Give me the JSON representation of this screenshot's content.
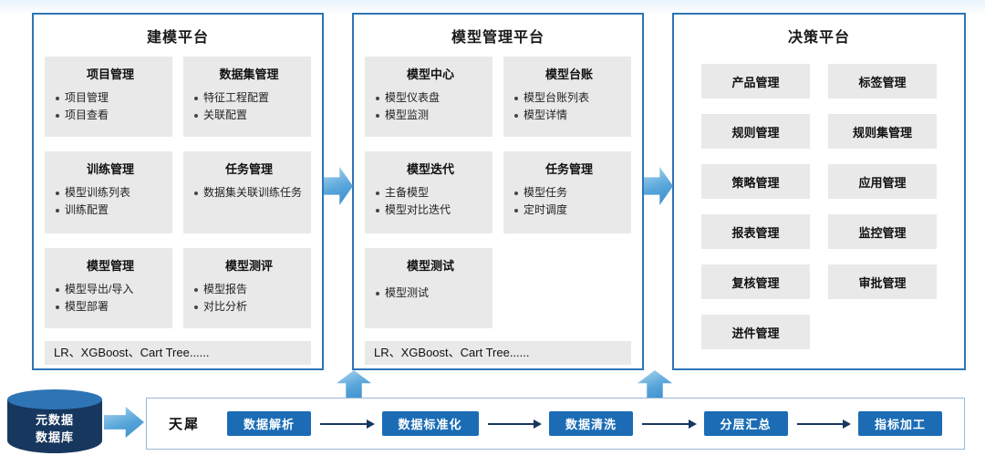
{
  "panels": [
    {
      "title": "建模平台",
      "boxes": [
        {
          "title": "项目管理",
          "items": [
            "项目管理",
            "项目查看"
          ]
        },
        {
          "title": "数据集管理",
          "items": [
            "特征工程配置",
            "关联配置"
          ]
        },
        {
          "title": "训练管理",
          "items": [
            "模型训练列表",
            "训练配置"
          ]
        },
        {
          "title": "任务管理",
          "items": [
            "数据集关联训练任务"
          ]
        },
        {
          "title": "模型管理",
          "items": [
            "模型导出/导入",
            "模型部署"
          ]
        },
        {
          "title": "模型测评",
          "items": [
            "模型报告",
            "对比分析"
          ]
        }
      ],
      "footer": "LR、XGBoost、Cart Tree......"
    },
    {
      "title": "模型管理平台",
      "boxes": [
        {
          "title": "模型中心",
          "items": [
            "模型仪表盘",
            "模型监测"
          ]
        },
        {
          "title": "模型台账",
          "items": [
            "模型台账列表",
            "模型详情"
          ]
        },
        {
          "title": "模型迭代",
          "items": [
            "主备模型",
            "模型对比迭代"
          ]
        },
        {
          "title": "任务管理",
          "items": [
            "模型任务",
            "定时调度"
          ]
        },
        {
          "title": "模型测试",
          "items": [
            "模型测试"
          ]
        }
      ],
      "footer": "LR、XGBoost、Cart Tree......"
    },
    {
      "title": "决策平台",
      "boxes": [
        "产品管理",
        "标签管理",
        "规则管理",
        "规则集管理",
        "策略管理",
        "应用管理",
        "报表管理",
        "监控管理",
        "复核管理",
        "审批管理",
        "进件管理"
      ]
    }
  ],
  "bottom": {
    "database_line1": "元数据",
    "database_line2": "数据库",
    "pipeline_label": "天犀",
    "steps": [
      "数据解析",
      "数据标准化",
      "数据清洗",
      "分层汇总",
      "指标加工"
    ]
  },
  "colors": {
    "panel_border": "#2e75b6",
    "box_bg": "#e9e9e9",
    "step_button_bg": "#1b6cb5",
    "arrow_blue": "#56a4d9",
    "connector": "#17375e",
    "db_body": "#17375e",
    "db_top": "#2e75b6"
  }
}
